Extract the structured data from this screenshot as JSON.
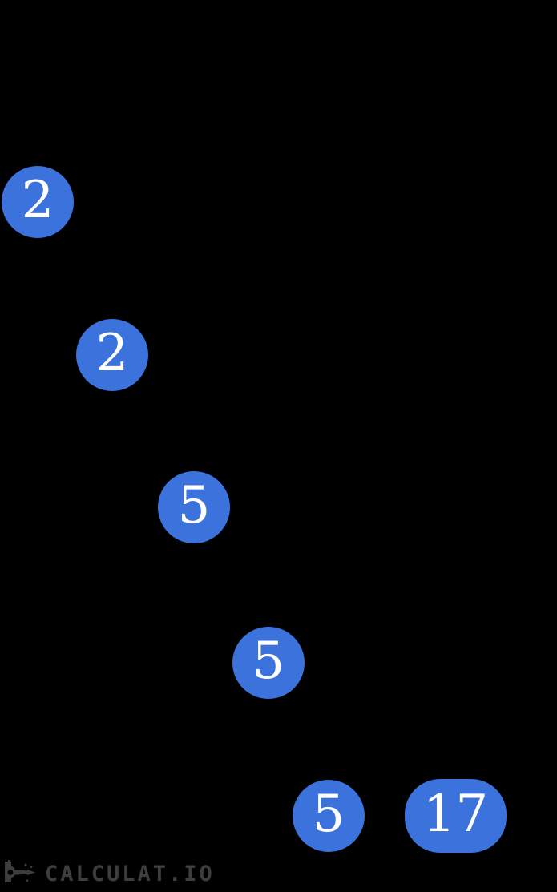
{
  "diagram": {
    "type": "factor-tree",
    "description": "Prime factorization tree; only prime leaf nodes are visible on black background",
    "node_fill_color": "#3B72DB",
    "node_text_color": "#FFFFFF",
    "background_color": "#000000",
    "visible_nodes": [
      {
        "value": "2",
        "shape": "circle"
      },
      {
        "value": "2",
        "shape": "circle"
      },
      {
        "value": "5",
        "shape": "circle"
      },
      {
        "value": "5",
        "shape": "circle"
      },
      {
        "value": "5",
        "shape": "circle"
      },
      {
        "value": "17",
        "shape": "pill"
      }
    ],
    "prime_factors": [
      2,
      2,
      5,
      5,
      5,
      17
    ]
  },
  "watermark": {
    "text": "CALCULAT.IO",
    "color": "#3d3d3d",
    "icon": "rocket-logo-icon"
  }
}
